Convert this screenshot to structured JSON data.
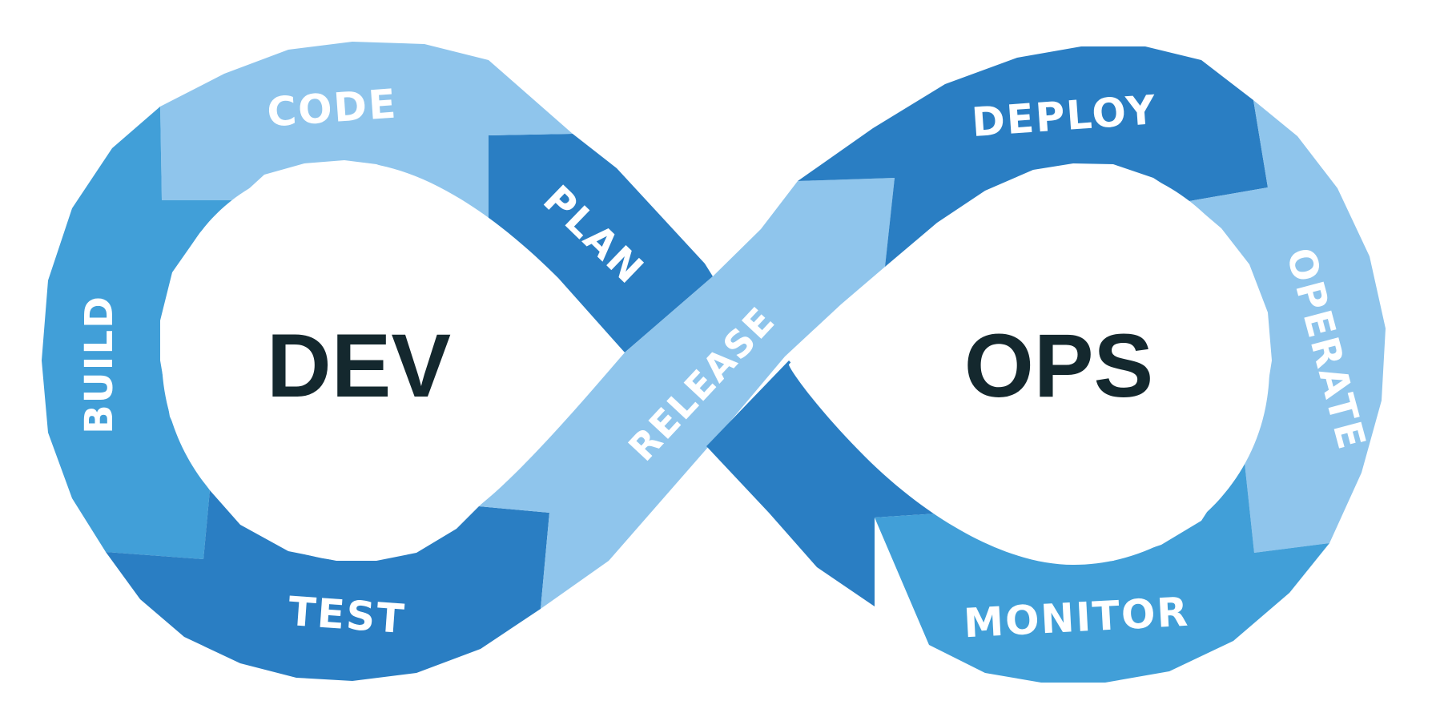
{
  "diagram": {
    "center_left": "DEV",
    "center_right": "OPS",
    "stages": {
      "plan": "PLAN",
      "code": "CODE",
      "build": "BUILD",
      "test": "TEST",
      "release": "RELEASE",
      "deploy": "DEPLOY",
      "operate": "OPERATE",
      "monitor": "MONITOR"
    }
  },
  "colors": {
    "dark_blue": "#2a7ec3",
    "mid_blue": "#419fd8",
    "light_blue": "#8fc5ec",
    "center_text": "#14282e"
  }
}
